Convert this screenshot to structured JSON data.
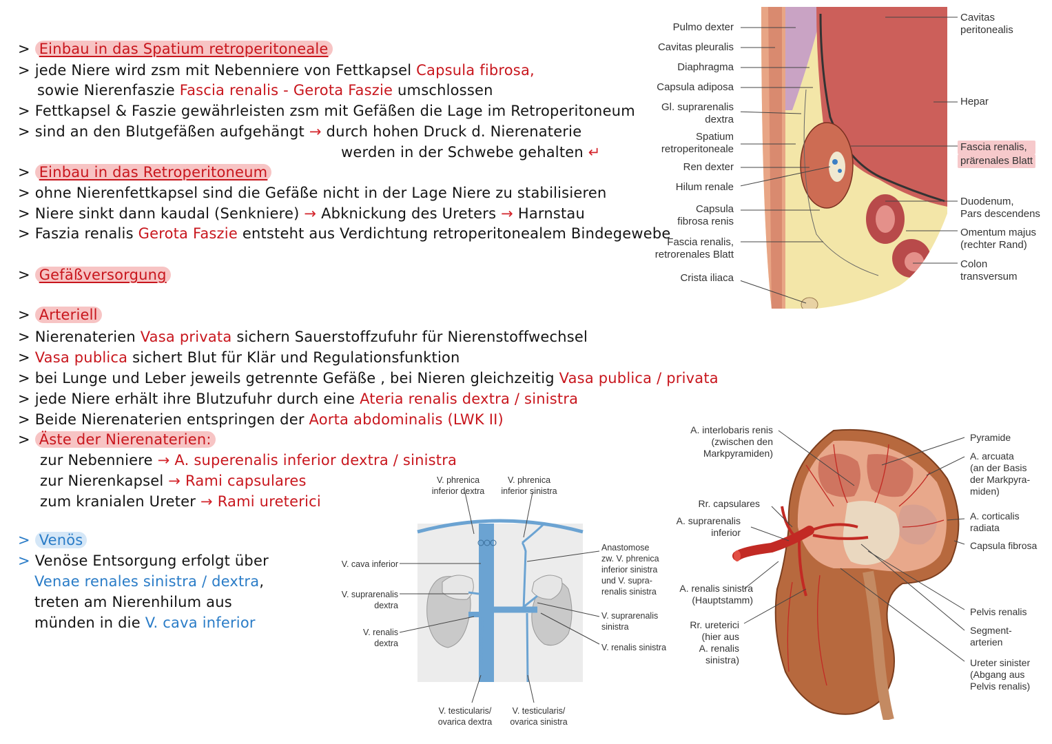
{
  "notes": {
    "h1": "Einbau in das Spatium retroperitoneale",
    "l1a": "jede Niere wird zsm mit Nebenniere von Fettkapsel ",
    "l1b": "Capsula fibrosa,",
    "l2a": "sowie Nierenfaszie ",
    "l2b": "Fascia renalis - Gerota Faszie",
    "l2c": " umschlossen",
    "l3": "Fettkapsel & Faszie gewährleisten zsm mit Gefäßen die Lage im Retroperitoneum",
    "l4a": "sind an den Blutgefäßen aufgehängt",
    "l4b": "durch hohen Druck d. Nierenaterie",
    "l4c": "werden in der Schwebe gehalten",
    "h2": "Einbau in das Retroperitoneum",
    "l5": "ohne Nierenfettkapsel sind die Gefäße nicht in der Lage Niere zu stabilisieren",
    "l6a": "Niere sinkt dann kaudal (Senkniere)",
    "l6b": "Abknickung des Ureters",
    "l6c": "Harnstau",
    "l7a": "Faszia renalis ",
    "l7b": "Gerota Faszie",
    "l7c": " entsteht aus Verdichtung retroperitonealem Bindegewebe",
    "h3": "Gefäßversorgung",
    "h4": "Arteriell",
    "l8a": "Nierenaterien ",
    "l8b": "Vasa privata",
    "l8c": " sichern Sauerstoffzufuhr für Nierenstoffwechsel",
    "l9a": "Vasa publica",
    "l9b": " sichert Blut für Klär und Regulationsfunktion",
    "l10a": "bei Lunge und Leber jeweils getrennte Gefäße , bei Nieren gleichzeitig ",
    "l10b": "Vasa publica / privata",
    "l11a": "jede Niere erhält ihre Blutzufuhr durch eine ",
    "l11b": "Ateria renalis dextra / sinistra",
    "l12a": "Beide Nierenaterien entspringen der ",
    "l12b": "Aorta abdominalis (LWK II)",
    "h5": "Äste der Nierenaterien:",
    "l13a": "zur Nebenniere",
    "l13b": "A. superenalis inferior dextra / sinistra",
    "l14a": "zur Nierenkapsel",
    "l14b": "Rami capsulares",
    "l15a": "zum kranialen Ureter",
    "l15b": "Rami ureterici",
    "h6": "Venös",
    "l16": "Venöse Entsorgung erfolgt über",
    "l17a": "Venae renales sinistra / dextra",
    "l17b": ",",
    "l18": "treten am Nierenhilum aus",
    "l19a": "münden in die ",
    "l19b": "V. cava inferior",
    "bullet": ">",
    "arrow": "→",
    "return_arrow": "↵"
  },
  "fig_section": {
    "left": [
      "Pulmo dexter",
      "Cavitas pleuralis",
      "Diaphragma",
      "Capsula adiposa",
      "Gl. suprarenalis",
      "dextra",
      "Spatium",
      "retroperitoneale",
      "Ren dexter",
      "Hilum renale",
      "Capsula",
      "fibrosa renis",
      "Fascia renalis,",
      "retrorenales Blatt",
      "Crista iliaca"
    ],
    "right": [
      "Cavitas",
      "peritonealis",
      "Hepar",
      "Fascia renalis,",
      "prärenales Blatt",
      "Duodenum,",
      "Pars descendens",
      "Omentum majus",
      "(rechter Rand)",
      "Colon",
      "transversum"
    ]
  },
  "fig_veins": {
    "labels": [
      "V. phrenica",
      "inferior dextra",
      "V. phrenica",
      "inferior sinistra",
      "V. cava inferior",
      "V. suprarenalis",
      "dextra",
      "V. renalis",
      "dextra",
      "Anastomose",
      "zw. V. phrenica",
      "inferior sinistra",
      "und V. supra-",
      "renalis sinistra",
      "V. suprarenalis",
      "sinistra",
      "V. renalis sinistra",
      "V. testicularis/",
      "ovarica dextra",
      "V. testicularis/",
      "ovarica sinistra"
    ]
  },
  "fig_kidney": {
    "left": [
      "A. interlobaris renis",
      "(zwischen den",
      "Markpyramiden)",
      "Rr. capsulares",
      "A. suprarenalis",
      "inferior",
      "A. renalis sinistra",
      "(Hauptstamm)",
      "Rr. ureterici",
      "(hier aus",
      "A. renalis",
      "sinistra)"
    ],
    "right": [
      "Pyramide",
      "A. arcuata",
      "(an der Basis",
      "der Markpyra-",
      "miden)",
      "A. corticalis",
      "radiata",
      "Capsula fibrosa",
      "Pelvis renalis",
      "Segment-",
      "arterien",
      "Ureter sinister",
      "(Abgang aus",
      "Pelvis renalis)"
    ]
  },
  "colors": {
    "accent_red": "#c8161d",
    "accent_blue": "#2a7cc7",
    "highlight_red": "#f7c4c4",
    "highlight_blue": "#d5e7f7",
    "vein_blue": "#6ba3d2"
  }
}
